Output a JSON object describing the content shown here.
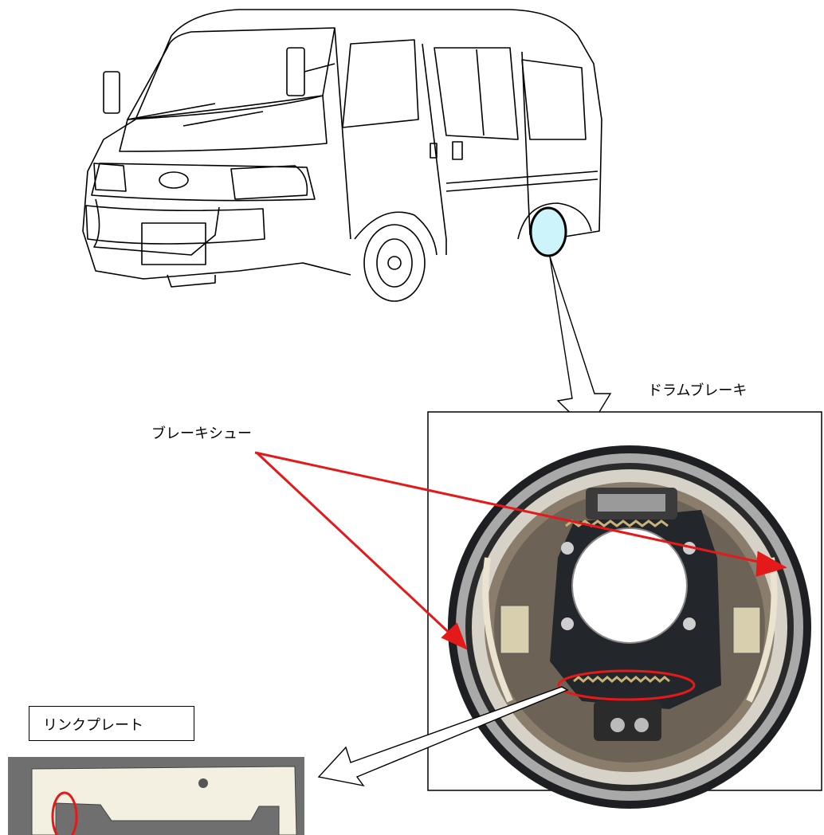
{
  "labels": {
    "drum_brake": "ドラムブレーキ",
    "brake_shoe": "ブレーキシュー",
    "link_plate": "リンクプレート"
  },
  "colors": {
    "pointer_red": "#e41a1a",
    "highlight_fill": "#cdf3fb",
    "line": "#000000",
    "drum_dark": "#1e1f22",
    "drum_metal": "#8a7d6c",
    "plate_bg": "#6f6f6f",
    "plate_part": "#f3f0e2"
  },
  "icons": {
    "van": "van-line-drawing-icon",
    "drum": "drum-brake-photo-icon",
    "plate": "link-plate-photo-icon"
  }
}
